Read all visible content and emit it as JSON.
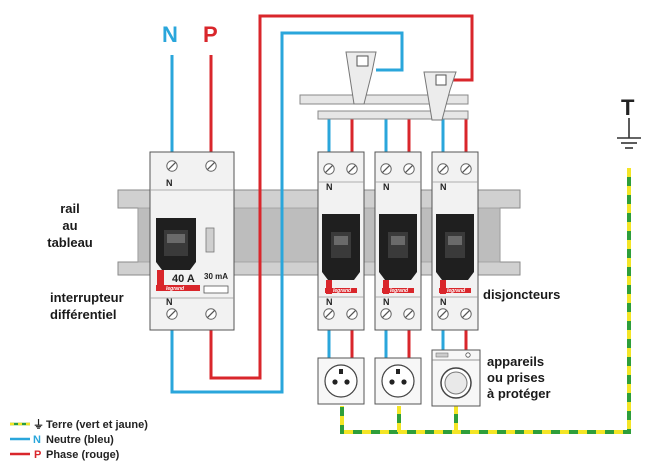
{
  "labels": {
    "neutral_top": "N",
    "phase_top": "P",
    "earth_top": "T",
    "rail": [
      "rail",
      "au",
      "tableau"
    ],
    "rcd": [
      "interrupteur",
      "différentiel"
    ],
    "breakers": "disjoncteurs",
    "appliances": [
      "appareils",
      "ou prises",
      "à protéger"
    ]
  },
  "rcd_module": {
    "terminal_top": "N",
    "terminal_bottom": "N",
    "rating": "40 A",
    "sensitivity": "30 mA",
    "brand": "legrand"
  },
  "breaker_modules": [
    {
      "terminal_top": "N",
      "terminal_bottom": "N",
      "brand": "legrand"
    },
    {
      "terminal_top": "N",
      "terminal_bottom": "N",
      "brand": "legrand"
    },
    {
      "terminal_top": "N",
      "terminal_bottom": "N",
      "brand": "legrand"
    }
  ],
  "legend": [
    {
      "symbol": "⏚",
      "label": "Terre (vert et jaune)"
    },
    {
      "symbol": "N",
      "label": "Neutre (bleu)"
    },
    {
      "symbol": "P",
      "label": "Phase (rouge)"
    }
  ],
  "colors": {
    "neutral": "#2aa6db",
    "phase": "#d9262b",
    "earth_green": "#2e9e3a",
    "earth_yellow": "#f4e526",
    "module_body": "#f2f2f2",
    "handle": "#222222",
    "rail": "#cfcfcf"
  },
  "icons": {
    "screw": "screw-icon",
    "socket": "socket-icon",
    "washing_machine": "washing-machine-icon",
    "earth": "earth-symbol-icon"
  }
}
